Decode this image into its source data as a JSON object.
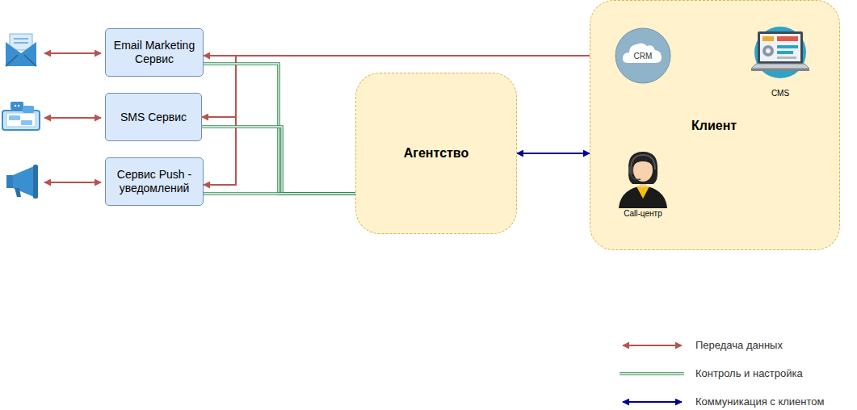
{
  "diagram": {
    "nodes": [
      {
        "text": [
          "Email Marketing Сервис"
        ]
      },
      {
        "text": [
          "SMS Сервис"
        ]
      },
      {
        "text": [
          "Сервис Push - уведомлений"
        ]
      },
      {
        "text": [
          "Агентство"
        ]
      },
      {
        "text": [
          "Клиент"
        ]
      },
      {
        "text": [
          "CRM"
        ],
        "in": 4
      },
      {
        "text": [
          "CMS"
        ],
        "in": 4
      },
      {
        "text": [
          "Call-центр"
        ],
        "in": 4
      }
    ],
    "edges": [
      {
        "from": 5,
        "to": 0,
        "arrow": "both"
      },
      {
        "from": 5,
        "to": 1,
        "arrow": "both"
      },
      {
        "from": 5,
        "to": 2,
        "arrow": "both"
      },
      {
        "from": 5,
        "to": 6,
        "arrow": "both"
      },
      {
        "from": 5,
        "to": 7,
        "arrow": "both"
      },
      {
        "from": 3,
        "to": 4,
        "arrow": "both"
      },
      {
        "from": 3,
        "to": 0,
        "arrow": "none"
      },
      {
        "from": 3,
        "to": 1,
        "arrow": "none"
      },
      {
        "from": 3,
        "to": 2,
        "arrow": "none"
      }
    ],
    "legend": [
      {
        "text": "Передача данных"
      },
      {
        "text": "Контроль и настройка"
      },
      {
        "text": "Коммуникация с клиентом"
      }
    ]
  }
}
